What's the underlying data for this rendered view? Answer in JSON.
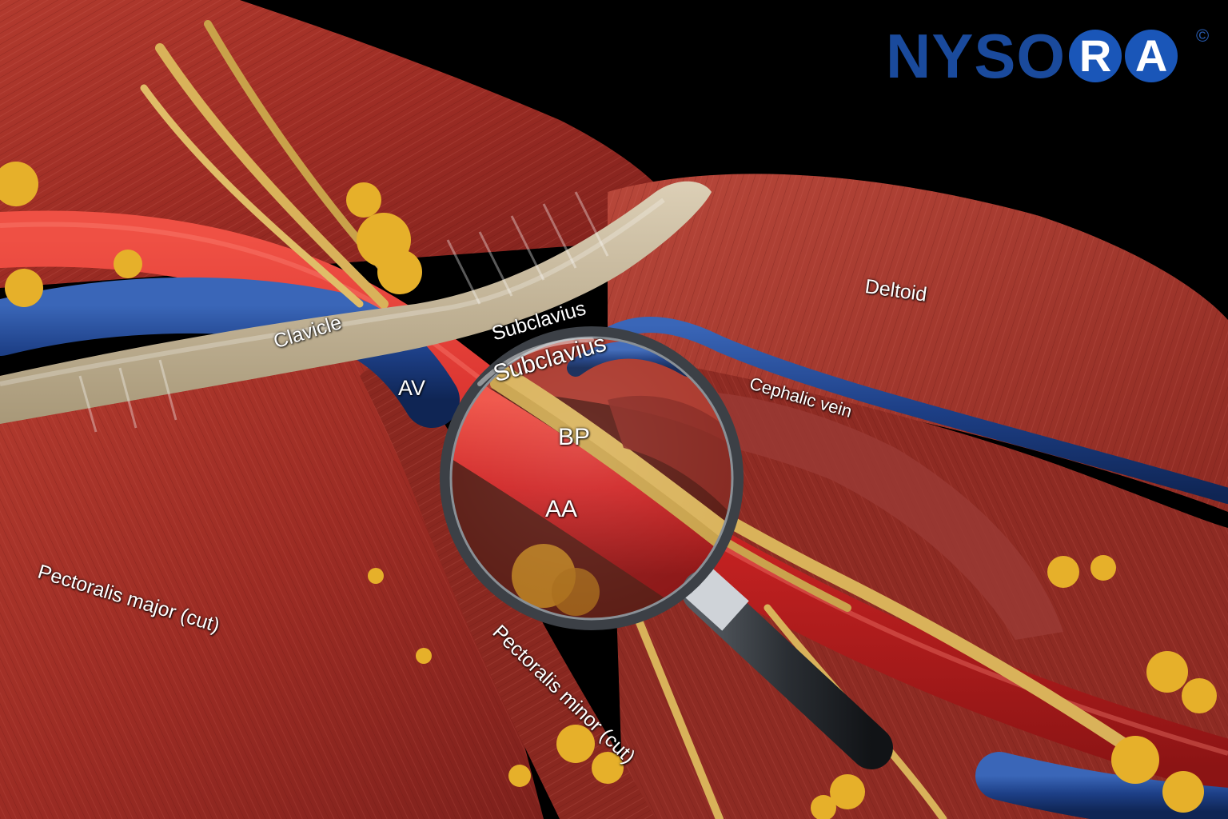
{
  "logo": {
    "brand_prefix": "NYSO",
    "brand_circled": [
      "R",
      "A"
    ],
    "copyright": "©"
  },
  "labels": {
    "deltoid": "Deltoid",
    "clavicle": "Clavicle",
    "subclavius": "Subclavius",
    "subclavius_magnified": "Subclavius",
    "cephalic_vein": "Cephalic vein",
    "av": "AV",
    "bp": "BP",
    "aa": "AA",
    "pectoralis_major": "Pectoralis major (cut)",
    "pectoralis_minor": "Pectoralis minor (cut)"
  },
  "icons": [
    "magnifying-glass-icon"
  ],
  "colors": {
    "background": "#000000",
    "muscle": "#a8332a",
    "artery": "#d42a2a",
    "vein": "#1d3f86",
    "nerve": "#d9b25a",
    "bone": "#c9b99a",
    "fat": "#e6b02a",
    "logo_blue": "#1a4a9c"
  }
}
